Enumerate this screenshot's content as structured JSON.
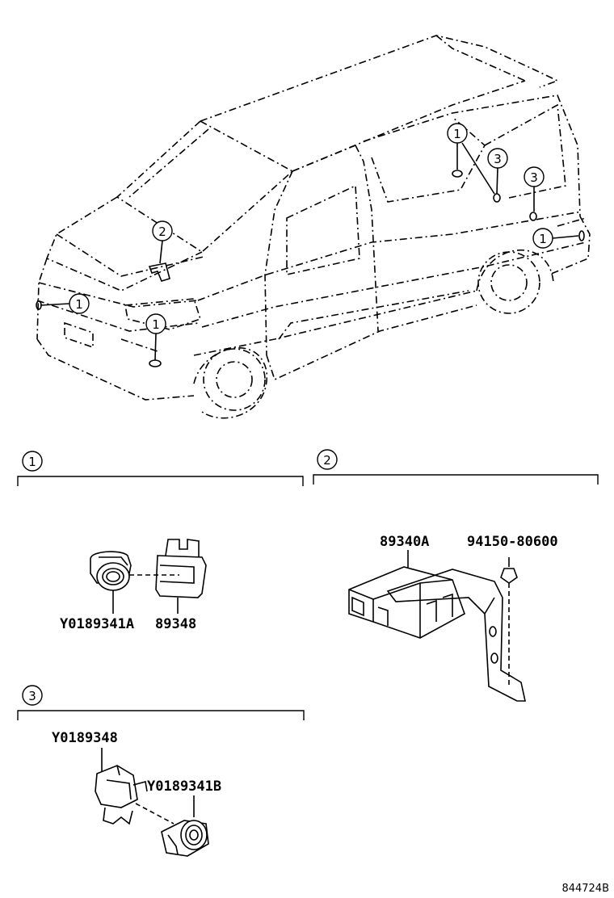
{
  "callouts": {
    "one": "1",
    "two": "2",
    "three": "3"
  },
  "sections": {
    "one": {
      "label": "1",
      "parts": [
        "Y0189341A",
        "89348"
      ]
    },
    "two": {
      "label": "2",
      "parts": [
        "89340A",
        "94150-80600"
      ]
    },
    "three": {
      "label": "3",
      "parts": [
        "Y0189348",
        "Y0189341B"
      ]
    }
  },
  "diagram_id": "844724B"
}
